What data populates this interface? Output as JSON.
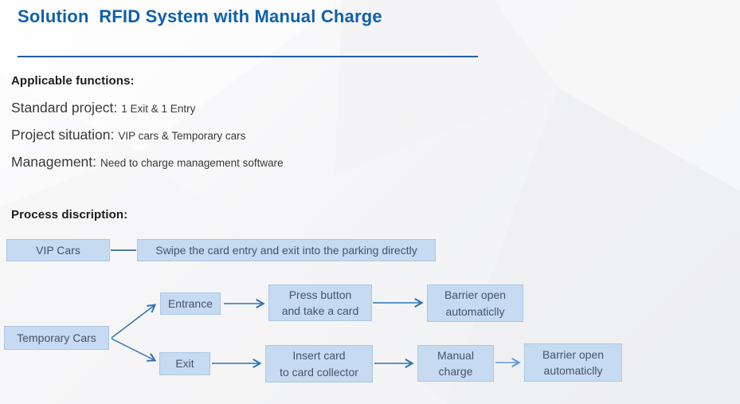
{
  "slide": {
    "title": "Solution  RFID System with Manual Charge",
    "applicable": {
      "heading": "Applicable functions:",
      "items": [
        {
          "label": "Standard project:",
          "value": "1 Exit & 1 Entry"
        },
        {
          "label": "Project situation:",
          "value": "VIP cars & Temporary cars"
        },
        {
          "label": "Management:",
          "value": "Need to charge management software"
        }
      ]
    },
    "process": {
      "heading": "Process discription:",
      "flow": {
        "vip_cars": "VIP Cars",
        "swipe_action": "Swipe the card  entry and exit into the parking directly",
        "temporary_cars": "Temporary Cars",
        "entrance": "Entrance",
        "press_button": "Press button\nand take a card",
        "barrier_open_top": "Barrier open\nautomaticlly",
        "exit": "Exit",
        "insert_card": "Insert card\nto card collector",
        "manual_charge": "Manual\ncharge",
        "barrier_open_bottom": "Barrier open\nautomaticlly"
      }
    },
    "colors": {
      "title_blue": "#1060ac",
      "rule_blue": "#1f5fa5",
      "box_fill": "#c6daf1",
      "box_border": "#aac8e8",
      "box_text": "#44546a",
      "arrow_blue": "#2e74b5",
      "arrow_light_blue": "#5b9bd5",
      "connector_navy": "#1b578c"
    }
  }
}
